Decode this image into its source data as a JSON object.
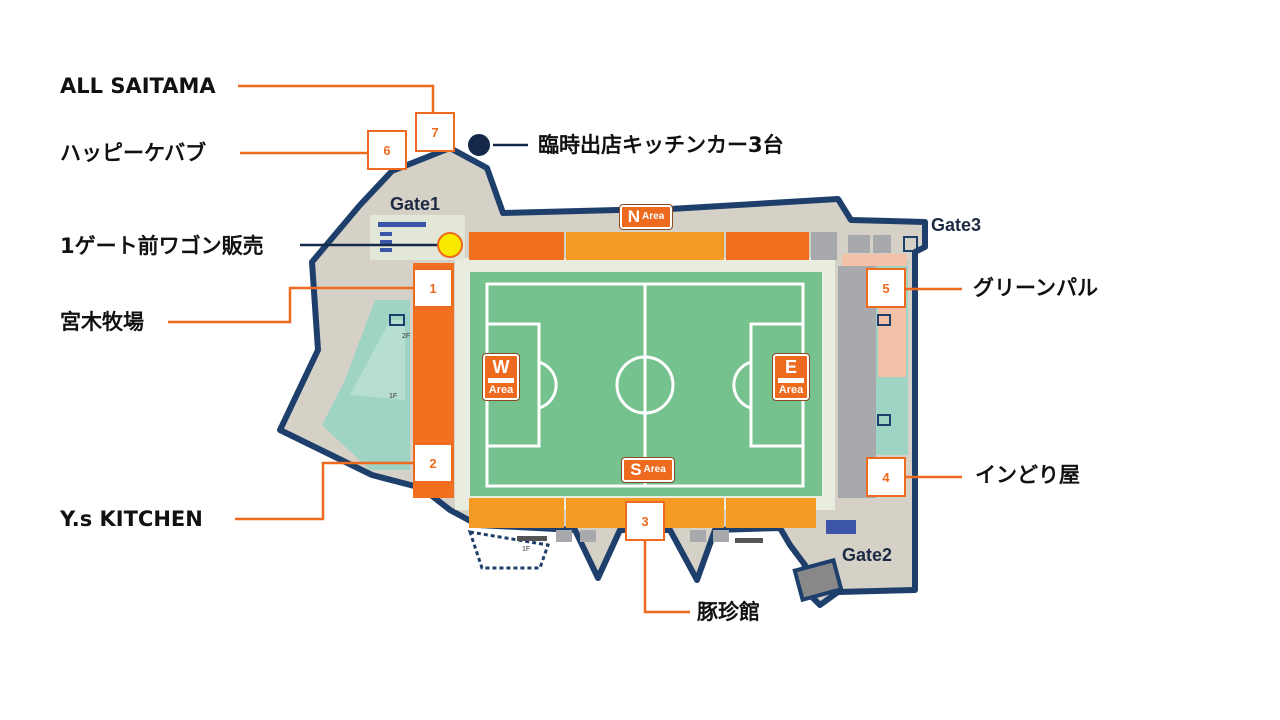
{
  "map": {
    "labels": {
      "all_saitama": "ALL SAITAMA",
      "happy_kebab": "ハッピーケバブ",
      "kitchen_car": "臨時出店キッチンカー3台",
      "gate1_wagon": "1ゲート前ワゴン販売",
      "miyaki": "宮木牧場",
      "ys_kitchen": "Y.s KITCHEN",
      "green_pal": "グリーンパル",
      "indoriya": "インどり屋",
      "tonchinkan": "豚珍館"
    },
    "numbers": {
      "n1": "1",
      "n2": "2",
      "n3": "3",
      "n4": "4",
      "n5": "5",
      "n6": "6",
      "n7": "7"
    },
    "gates": {
      "gate1": "Gate1",
      "gate2": "Gate2",
      "gate3": "Gate3"
    },
    "areas": {
      "w": {
        "letter": "W",
        "word": "Area"
      },
      "e": {
        "letter": "E",
        "word": "Area"
      },
      "n": {
        "letter": "N",
        "word": "Area"
      },
      "s": {
        "letter": "S",
        "word": "Area"
      }
    },
    "floors": {
      "f2": "2F",
      "f1_west": "1F",
      "f1_south": "1F"
    },
    "colors": {
      "leader_line": "#ee6a1f",
      "kitchen_car_marker": "#14284a",
      "wagon_marker": "#f7ea00",
      "outline": "#1e3f6b",
      "pitch": "#76c28e",
      "seat_orange_dark": "#f07020",
      "seat_orange_light": "#f59a22"
    }
  }
}
